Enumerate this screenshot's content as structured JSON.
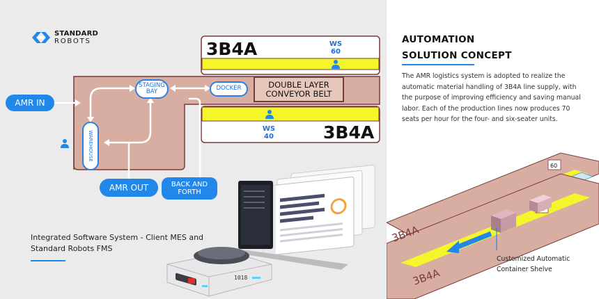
{
  "brand": {
    "line1": "STANDARD",
    "line2": "ROBOTS"
  },
  "diagram": {
    "top_station": {
      "code": "3B4A",
      "ws_label": "WS",
      "ws_num": "60"
    },
    "bottom_station": {
      "code": "3B4A",
      "ws_label": "WS",
      "ws_num": "40"
    },
    "staging_bay": "STAGING BAY",
    "docker": "DOCKER",
    "conveyor": "DOUBLE LAYER CONVEYOR BELT",
    "warehouse": "WAREHOUSE",
    "amr_in": "AMR IN",
    "amr_out": "AMR OUT",
    "back_and_forth": "BACK AND FORTH"
  },
  "robot_label": "1018",
  "left_caption": "Integrated Software System - Client MES and Standard Robots FMS",
  "right": {
    "title_line1": "AUTOMATION",
    "title_line2": "SOLUTION CONCEPT",
    "body": "The AMR logistics system is adopted to realize the automatic material handling of 3B4A line supply, with the purpose of improving efficiency and saving manual labor. Each of the production lines now produces 70 seats per hour for the four- and six-seater units.",
    "iso_labels": {
      "top_num": "60",
      "bottom_num": "40",
      "code_a": "3B4A",
      "code_b": "3B4A"
    },
    "shelf_caption": "Customized Automatic Container Shelve"
  },
  "colors": {
    "accent": "#2187e8",
    "floor": "#d9aea2",
    "yellow": "#f5f52c",
    "border": "#7a3b3b"
  }
}
